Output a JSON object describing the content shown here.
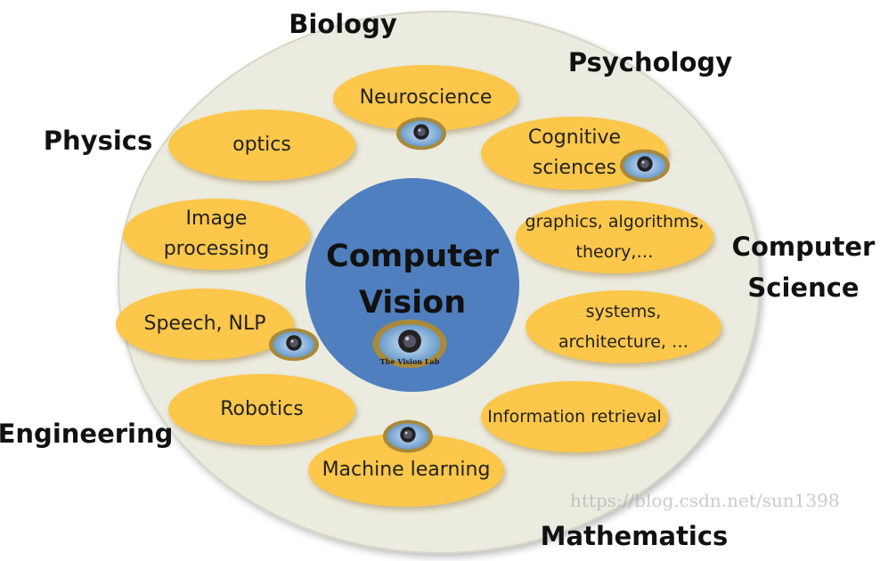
{
  "center": {
    "line1": "Computer",
    "line2": "Vision"
  },
  "fields": {
    "biology": "Biology",
    "psychology": "Psychology",
    "physics": "Physics",
    "computer_science_1": "Computer",
    "computer_science_2": "Science",
    "engineering": "Engineering",
    "mathematics": "Mathematics"
  },
  "topics": {
    "neuroscience": "Neuroscience",
    "optics": "optics",
    "cognitive_1": "Cognitive",
    "cognitive_2": "sciences",
    "image_1": "Image",
    "image_2": "processing",
    "graphics_1": "graphics, algorithms,",
    "graphics_2": "theory,…",
    "speech": "Speech, NLP",
    "systems_1": "systems,",
    "systems_2": "architecture, …",
    "robotics": "Robotics",
    "info": "Information retrieval",
    "ml": "Machine learning"
  },
  "eye_logo_text": "The Vision Lab",
  "watermark": "https://blog.csdn.net/sun1398",
  "colors": {
    "bubble": "#fcc74a",
    "core": "#4f7fbe",
    "outer": "#ecebdf"
  }
}
